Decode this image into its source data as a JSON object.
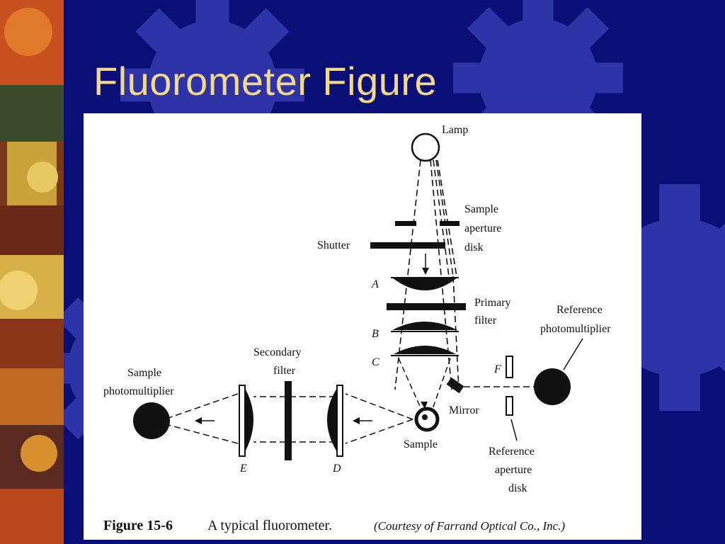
{
  "slide": {
    "title": "Fluorometer Figure"
  },
  "figure": {
    "labels": {
      "lamp": "Lamp",
      "sample_aperture_disk": [
        "Sample",
        "aperture",
        "disk"
      ],
      "shutter": "Shutter",
      "lens_a": "A",
      "primary_filter": [
        "Primary",
        "filter"
      ],
      "lens_b": "B",
      "lens_c": "C",
      "reference_photomultiplier": [
        "Reference",
        "photomultiplier"
      ],
      "secondary_filter": [
        "Secondary",
        "filter"
      ],
      "sample_photomultiplier": [
        "Sample",
        "photomultiplier"
      ],
      "f_label": "F",
      "mirror": "Mirror",
      "sample": "Sample",
      "lens_e": "E",
      "lens_d": "D",
      "reference_aperture_disk": [
        "Reference",
        "aperture",
        "disk"
      ]
    },
    "caption": {
      "number": "Figure 15-6",
      "text": "A typical fluorometer.",
      "credit": "(Courtesy of Farrand Optical Co., Inc.)"
    }
  },
  "colors": {
    "background": "#0a0f78",
    "title": "#f4d98a",
    "gear": "#3a40b8"
  }
}
